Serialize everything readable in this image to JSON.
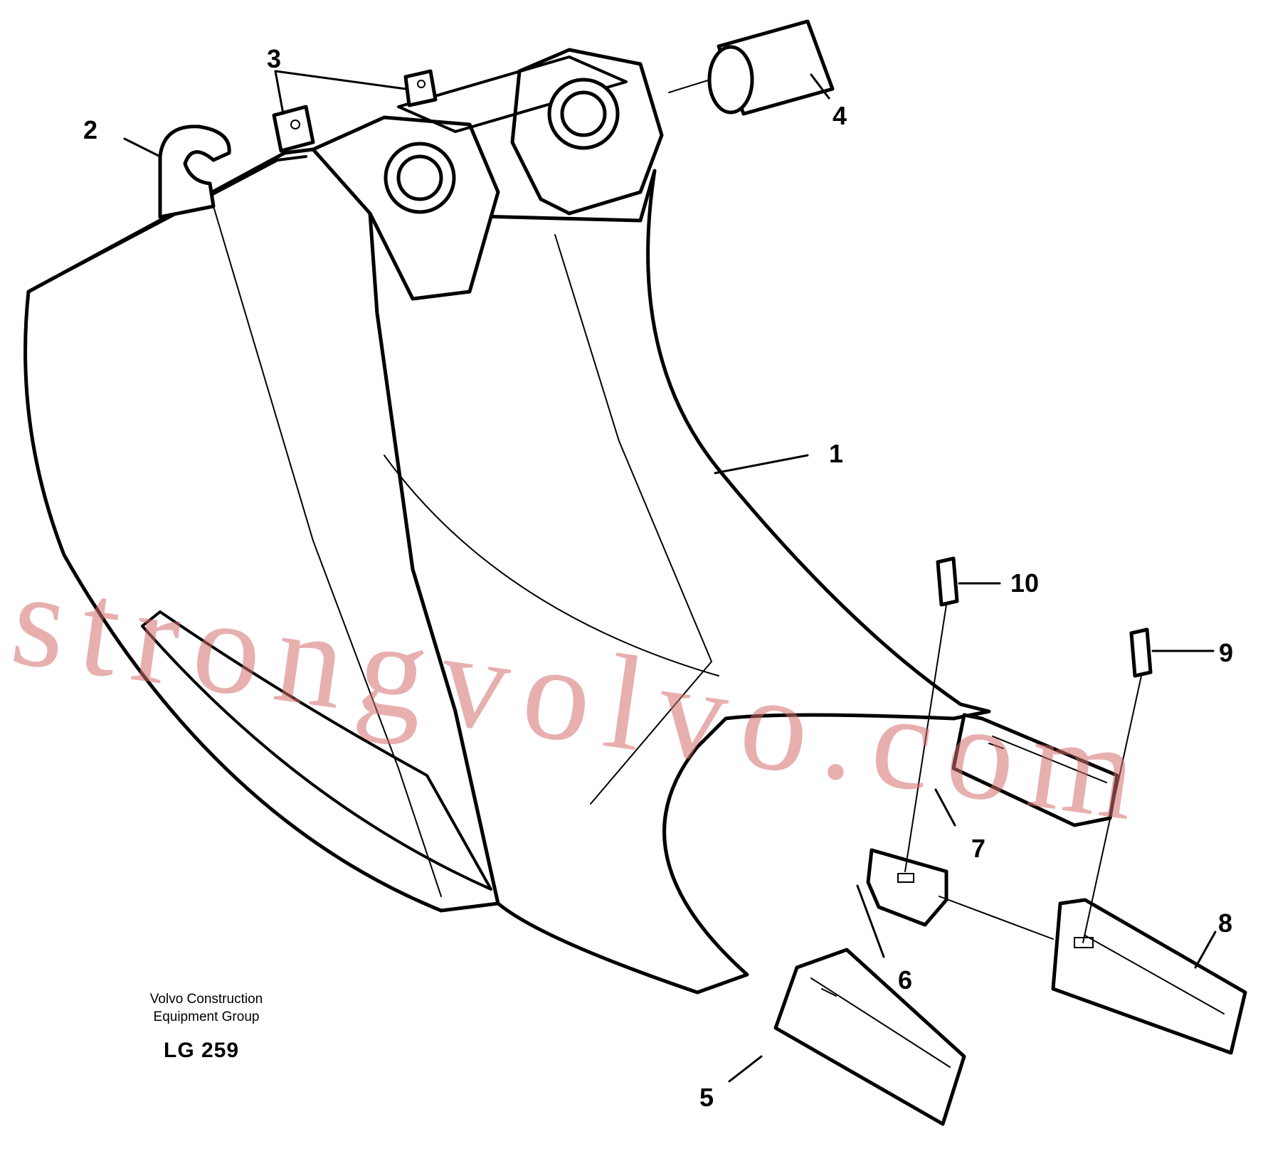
{
  "diagram": {
    "callouts": {
      "c1": "1",
      "c2": "2",
      "c3": "3",
      "c4": "4",
      "c5": "5",
      "c6": "6",
      "c7": "7",
      "c8": "8",
      "c9": "9",
      "c10": "10"
    }
  },
  "caption": {
    "line1": "Volvo Construction",
    "line2": "Equipment Group",
    "code": "LG 259"
  },
  "watermark": "strongvolvo.com",
  "colors": {
    "line": "#000000",
    "watermark": "#d66e6e"
  }
}
